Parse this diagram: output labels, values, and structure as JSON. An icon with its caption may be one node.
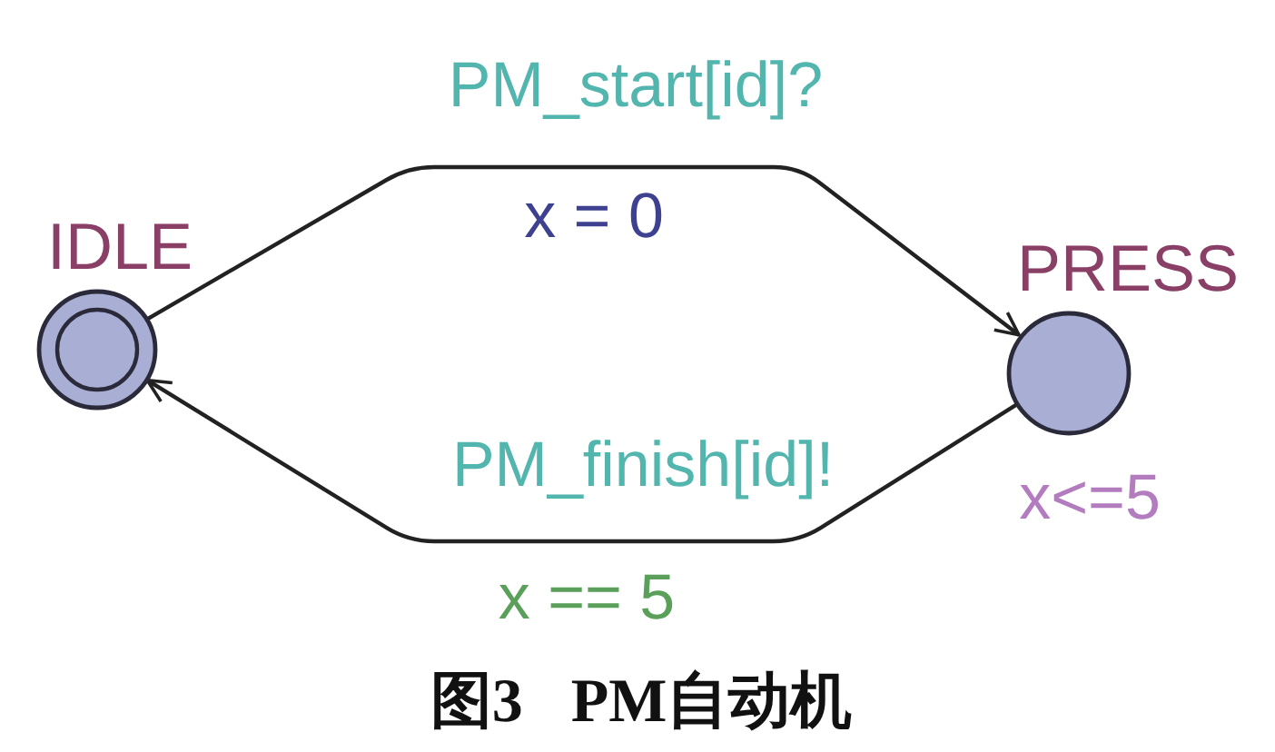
{
  "diagram": {
    "caption": "图3 PM自动机",
    "nodes": [
      {
        "text": [
          "IDLE"
        ]
      },
      {
        "text": [
          "PRESS"
        ],
        "beside": [
          "x<=5"
        ]
      }
    ],
    "edges": [
      {
        "from": 0,
        "to": 1,
        "arrow": "to",
        "label": "PM_start[id]?"
      },
      {
        "from": 1,
        "to": 0,
        "arrow": "to",
        "label": "PM_finish[id]!"
      }
    ],
    "labels": [
      "x = 0",
      "x == 5"
    ]
  }
}
